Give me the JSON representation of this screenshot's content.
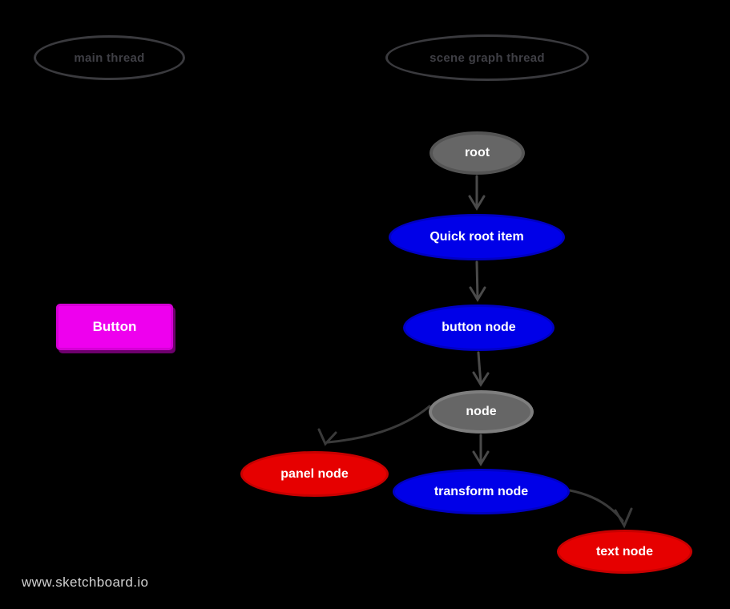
{
  "canvas": {
    "background": "#000000",
    "edge_color": "#444444",
    "watermark": "www.sketchboard.io"
  },
  "lanes": [
    {
      "id": "main-thread",
      "label": "main thread",
      "outline": "#3a3a3e",
      "text_color": "#3f3f45"
    },
    {
      "id": "scene-graph-thread",
      "label": "scene graph thread",
      "outline": "#3a3a3e",
      "text_color": "#3f3f45"
    }
  ],
  "nodes": [
    {
      "id": "root",
      "label": "root",
      "shape": "ellipse",
      "fill": "#666666",
      "border": "#545454",
      "text_color": "#ffffff"
    },
    {
      "id": "quick-root-item",
      "label": "Quick root item",
      "shape": "ellipse",
      "fill": "#0000e8",
      "border": "#0000c4",
      "text_color": "#ffffff"
    },
    {
      "id": "button-node",
      "label": "button node",
      "shape": "ellipse",
      "fill": "#0000e8",
      "border": "#0000c4",
      "text_color": "#ffffff"
    },
    {
      "id": "node",
      "label": "node",
      "shape": "ellipse",
      "fill": "#666666",
      "border": "#7e7e7e",
      "text_color": "#ffffff"
    },
    {
      "id": "panel-node",
      "label": "panel node",
      "shape": "ellipse",
      "fill": "#e60000",
      "border": "#c80000",
      "text_color": "#ffffff"
    },
    {
      "id": "transform-node",
      "label": "transform node",
      "shape": "ellipse",
      "fill": "#0000e8",
      "border": "#0000c4",
      "text_color": "#ffffff"
    },
    {
      "id": "text-node",
      "label": "text node",
      "shape": "ellipse",
      "fill": "#e60000",
      "border": "#c80000",
      "text_color": "#ffffff"
    },
    {
      "id": "button",
      "label": "Button",
      "shape": "rectangle",
      "fill": "#ee00ee",
      "border": "#d400d4",
      "text_color": "#ffffff"
    }
  ],
  "edges": [
    {
      "from": "root",
      "to": "quick-root-item"
    },
    {
      "from": "quick-root-item",
      "to": "button-node"
    },
    {
      "from": "button-node",
      "to": "node"
    },
    {
      "from": "node",
      "to": "panel-node"
    },
    {
      "from": "node",
      "to": "transform-node"
    },
    {
      "from": "transform-node",
      "to": "text-node"
    }
  ]
}
